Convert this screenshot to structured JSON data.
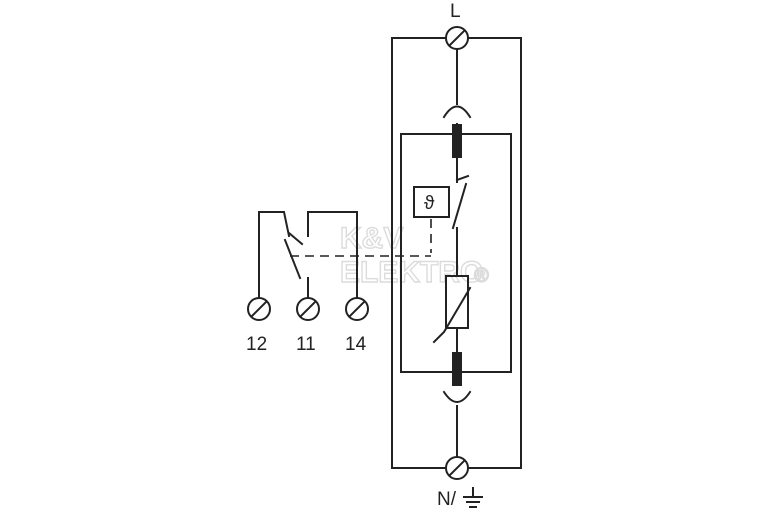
{
  "labels": {
    "top": "L",
    "bottom": "N/",
    "t12": "12",
    "t11": "11",
    "t14": "14",
    "thermal_symbol": "ϑ"
  },
  "watermark": {
    "line1": "K&V",
    "line2": "ELEKTRO",
    "mark": "®"
  },
  "colors": {
    "ink": "#222222",
    "watermark": "#dcdcdc"
  },
  "icons": {
    "earth": "earth-ground-icon",
    "terminal": "screw-terminal-icon"
  }
}
